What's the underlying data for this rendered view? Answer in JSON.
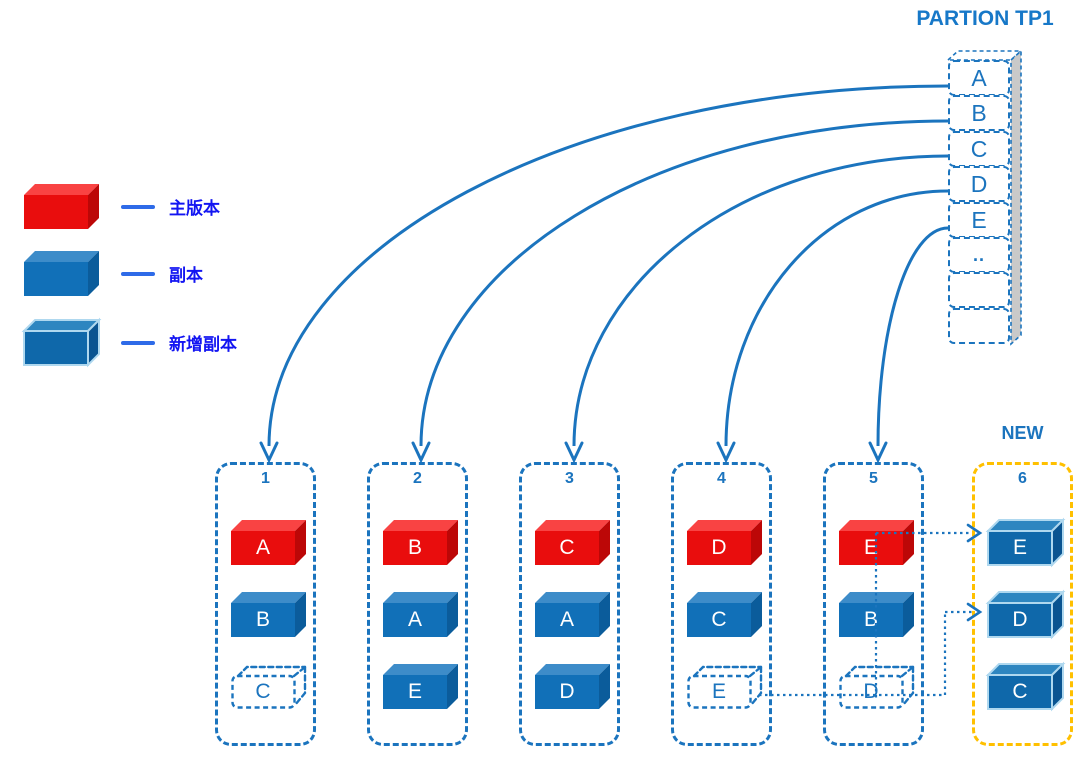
{
  "stack": {
    "title": "PARTION TP1",
    "cells": [
      "A",
      "B",
      "C",
      "D",
      "E",
      "..",
      "",
      ""
    ]
  },
  "legend": {
    "items": [
      {
        "label": "主版本",
        "type": "primary"
      },
      {
        "label": "副本",
        "type": "replica"
      },
      {
        "label": "新增副本",
        "type": "new-replica"
      }
    ]
  },
  "nodes": [
    {
      "number": "1",
      "boxes": [
        {
          "label": "A",
          "type": "primary"
        },
        {
          "label": "B",
          "type": "replica"
        },
        {
          "label": "C",
          "type": "removed"
        }
      ]
    },
    {
      "number": "2",
      "boxes": [
        {
          "label": "B",
          "type": "primary"
        },
        {
          "label": "A",
          "type": "replica"
        },
        {
          "label": "E",
          "type": "replica"
        }
      ]
    },
    {
      "number": "3",
      "boxes": [
        {
          "label": "C",
          "type": "primary"
        },
        {
          "label": "A",
          "type": "replica"
        },
        {
          "label": "D",
          "type": "replica"
        }
      ]
    },
    {
      "number": "4",
      "boxes": [
        {
          "label": "D",
          "type": "primary"
        },
        {
          "label": "C",
          "type": "replica"
        },
        {
          "label": "E",
          "type": "removed"
        }
      ]
    },
    {
      "number": "5",
      "boxes": [
        {
          "label": "E",
          "type": "primary"
        },
        {
          "label": "B",
          "type": "replica"
        },
        {
          "label": "D",
          "type": "removed"
        }
      ]
    },
    {
      "number": "6",
      "tag": "NEW",
      "boxes": [
        {
          "label": "E",
          "type": "new-replica"
        },
        {
          "label": "D",
          "type": "new-replica"
        },
        {
          "label": "C",
          "type": "new-replica"
        }
      ]
    }
  ],
  "new_node_label": "NEW",
  "stack_arrows": [
    {
      "from": "A",
      "to": "1"
    },
    {
      "from": "B",
      "to": "2"
    },
    {
      "from": "C",
      "to": "3"
    },
    {
      "from": "D",
      "to": "4"
    },
    {
      "from": "E",
      "to": "5"
    }
  ],
  "dotted_links": [
    {
      "from": "node-5 box E (primary)",
      "to": "node-6 box E"
    },
    {
      "from": "node-4 box E (removed)",
      "via": "node-5 box D (removed)",
      "to": "node-6 box D"
    }
  ],
  "colors": {
    "diagram_blue": "#1B74BE",
    "primary_red": "#E90D0D",
    "replica_blue": "#1170B8",
    "new_node_border": "#FFC000",
    "legend_text_blue": "#1315F2",
    "stack_side_gray": "#C9C9C9"
  }
}
